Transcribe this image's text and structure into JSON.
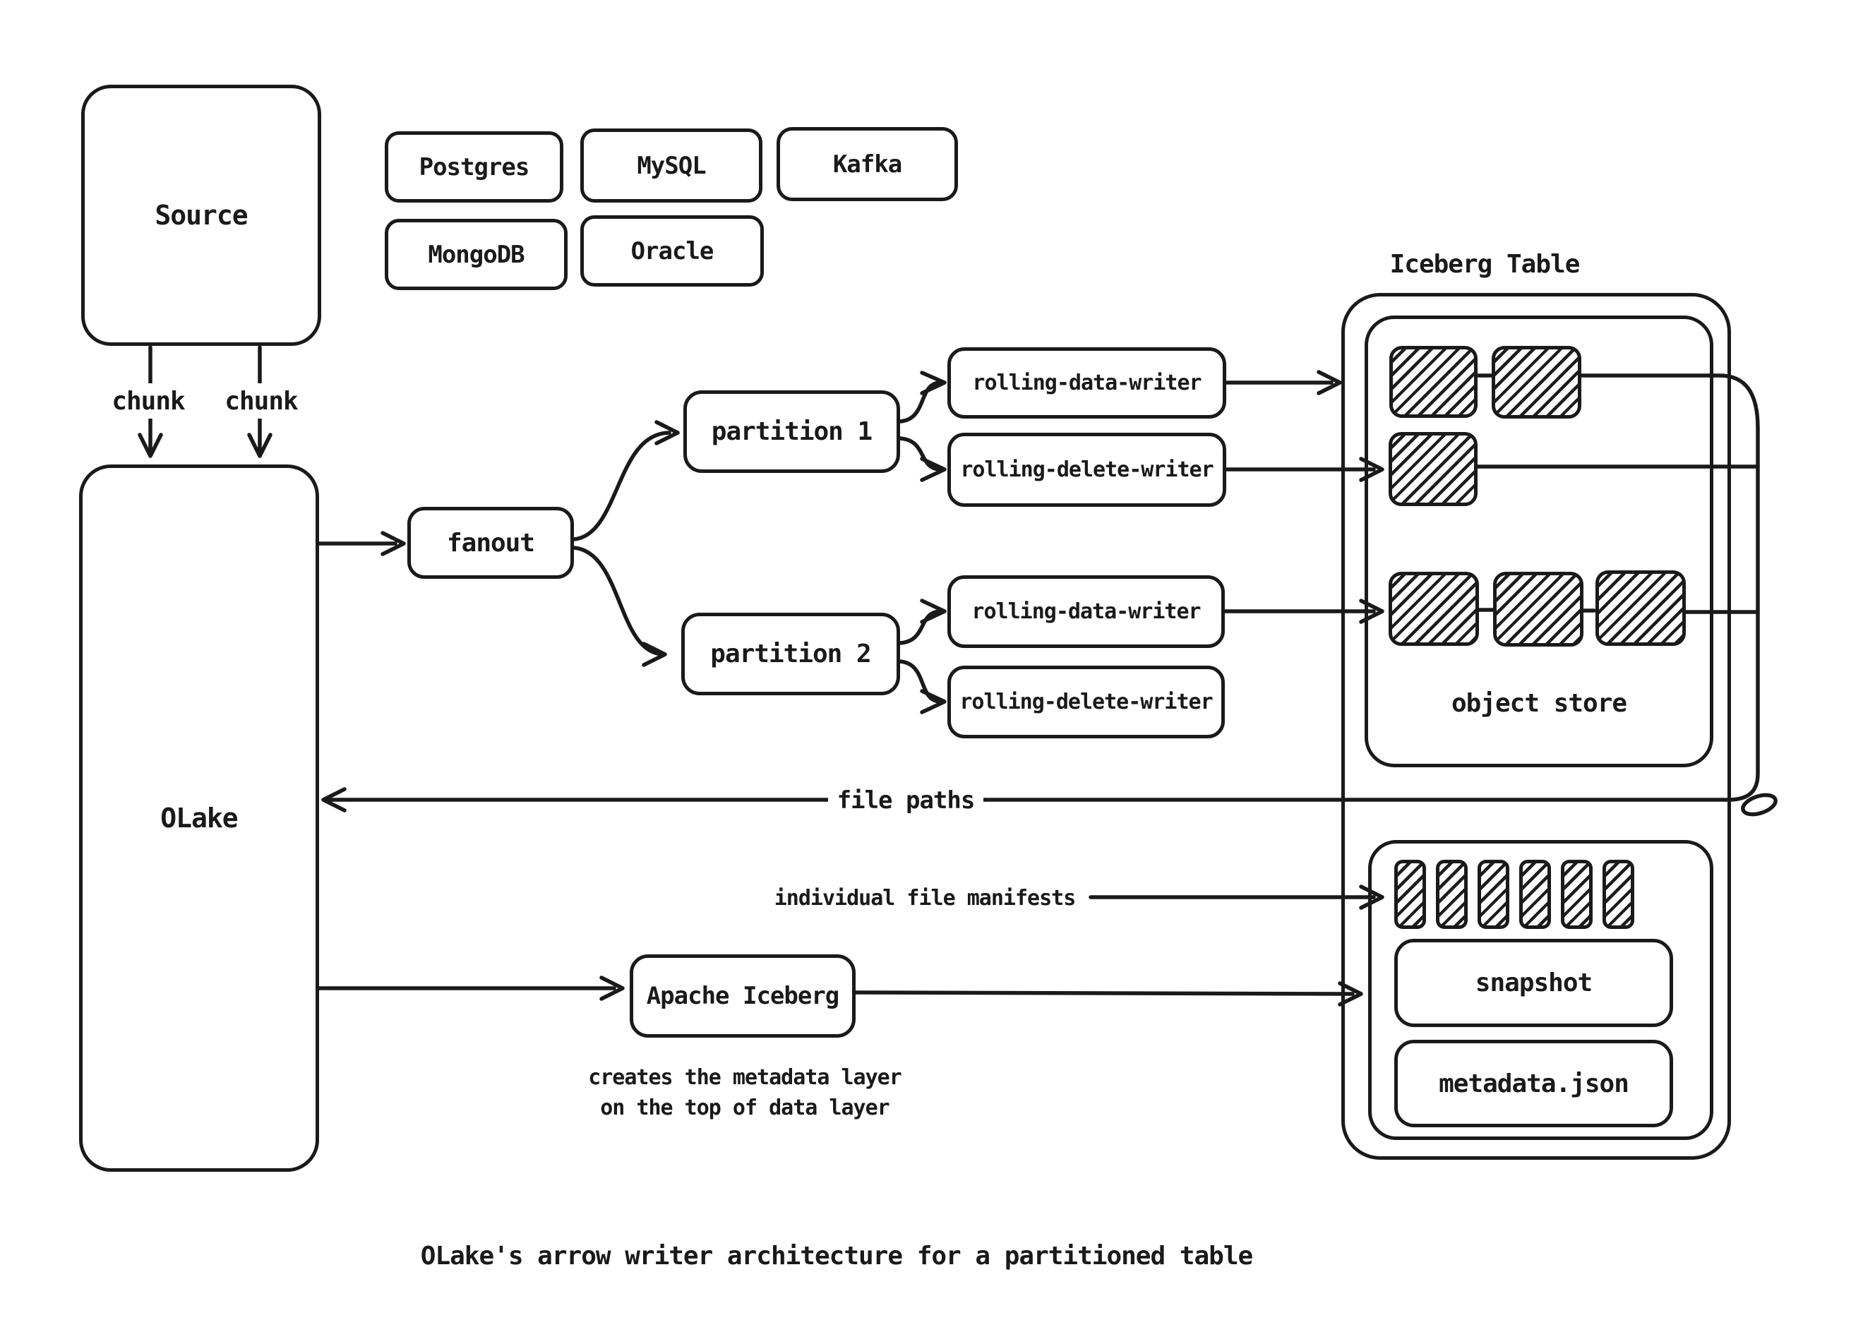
{
  "diagram": {
    "caption": "OLake's arrow writer architecture for a partitioned table",
    "source_node": "Source",
    "source_types": [
      {
        "label": "Postgres"
      },
      {
        "label": "MySQL"
      },
      {
        "label": "Kafka"
      },
      {
        "label": "MongoDB"
      },
      {
        "label": "Oracle"
      }
    ],
    "chunk_labels": {
      "left": "chunk",
      "right": "chunk"
    },
    "olake_node": "OLake",
    "fanout_node": "fanout",
    "partitions": [
      {
        "label": "partition 1"
      },
      {
        "label": "partition 2"
      }
    ],
    "writers": {
      "p1_data": "rolling-data-writer",
      "p1_delete": "rolling-delete-writer",
      "p2_data": "rolling-data-writer",
      "p2_delete": "rolling-delete-writer"
    },
    "iceberg": {
      "title_label": "Iceberg Table",
      "object_store_label": "object store",
      "snapshot_label": "snapshot",
      "metadata_json_label": "metadata.json"
    },
    "apache_iceberg_node": "Apache Iceberg",
    "apache_iceberg_note": [
      "creates the metadata layer",
      "on the top of data layer"
    ],
    "flow_labels": {
      "file_paths": "file paths",
      "manifests": "individual file manifests"
    },
    "colors": {
      "ink": "#1a1a1a",
      "background": "#ffffff"
    }
  }
}
